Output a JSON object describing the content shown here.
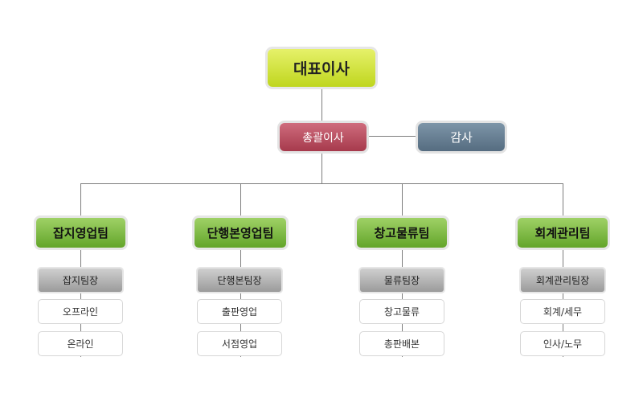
{
  "ceo": "대표이사",
  "general_manager": "총괄이사",
  "auditor": "감사",
  "teams": [
    {
      "name": "잡지영업팀",
      "lead": "잡지팀장",
      "units": [
        "오프라인",
        "온라인"
      ]
    },
    {
      "name": "단행본영업팀",
      "lead": "단행본팀장",
      "units": [
        "출판영업",
        "서점영업"
      ]
    },
    {
      "name": "창고물류팀",
      "lead": "물류팀장",
      "units": [
        "창고물류",
        "총판배본"
      ]
    },
    {
      "name": "회계관리팀",
      "lead": "회계관리팀장",
      "units": [
        "회계/세무",
        "인사/노무"
      ]
    }
  ],
  "colors": {
    "ceo": "#d4e43a",
    "general_manager": "#b9485a",
    "auditor": "#667e92",
    "team": "#7fbf45",
    "lead": "#b0b0b0",
    "connector": "#7d7d7d"
  }
}
